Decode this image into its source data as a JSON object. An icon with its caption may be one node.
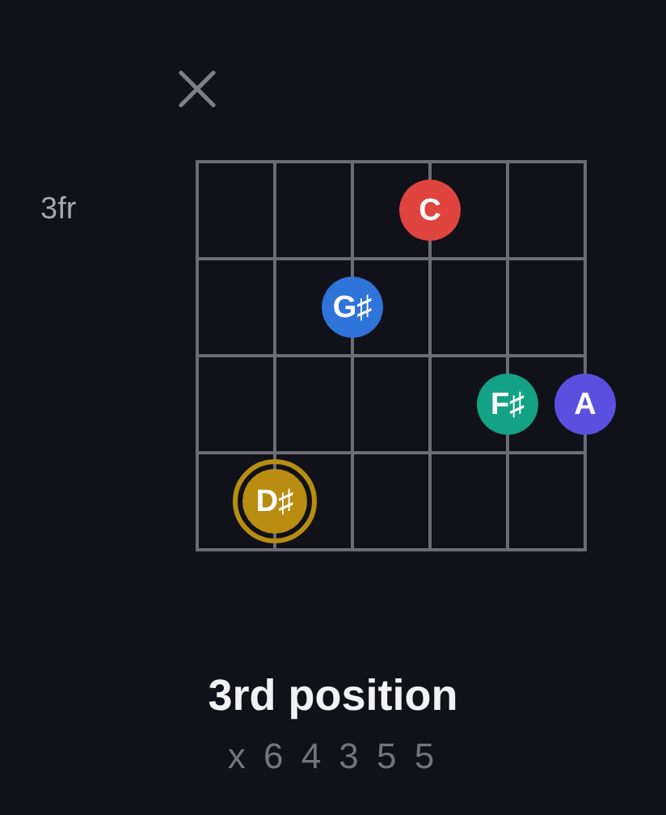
{
  "diagram": {
    "title": "3rd position",
    "caption": "x 6 4 3 5 5",
    "nodes": [
      {
        "text": [
          "C"
        ]
      },
      {
        "text": [
          "G♯"
        ]
      },
      {
        "text": [
          "F♯"
        ]
      },
      {
        "text": [
          "A"
        ]
      },
      {
        "text": [
          "D♯"
        ]
      }
    ],
    "labels": [
      "3fr"
    ]
  }
}
